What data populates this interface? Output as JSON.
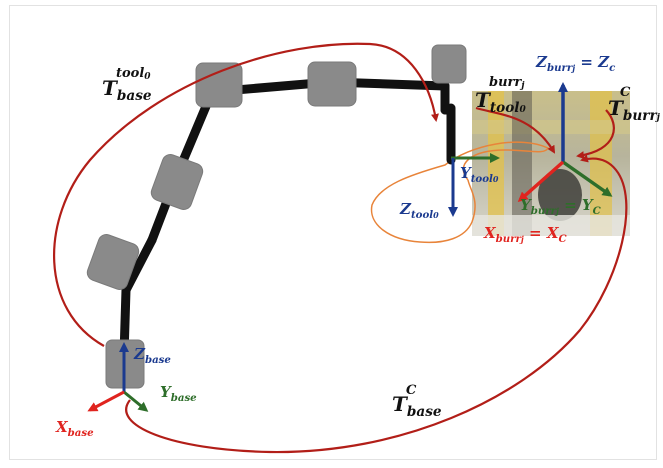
{
  "labels": {
    "t_base_tool0": {
      "main": "T",
      "sub": "base",
      "sup": "tool",
      "supsub": "0"
    },
    "t_tool0_burrj": {
      "main": "T",
      "sub": "tool",
      "subsub": "0",
      "sup": "burr",
      "supsub": "j"
    },
    "t_burrj_c": {
      "main": "T",
      "sub": "burr",
      "subsub": "j",
      "sup": "C"
    },
    "t_base_c": {
      "main": "T",
      "sub": "base",
      "sup": "C"
    },
    "z_burr": {
      "main": "Z",
      "sub": "burr",
      "subsub": "j",
      "rest": " = Z",
      "restsub": "c"
    },
    "y_tool0": {
      "main": "Y",
      "sub": "tool",
      "subsub": "0"
    },
    "z_tool0": {
      "main": "Z",
      "sub": "tool",
      "subsub": "0"
    },
    "y_burr": {
      "main": "Y",
      "sub": "burr",
      "subsub": "j",
      "rest": " = Y",
      "restsub": "C"
    },
    "x_burr": {
      "main": "X",
      "sub": "burr",
      "subsub": "j",
      "rest": " = X",
      "restsub": "C"
    },
    "z_base": {
      "main": "Z",
      "sub": "base"
    },
    "y_base": {
      "main": "Y",
      "sub": "base"
    },
    "x_base": {
      "main": "X",
      "sub": "base"
    }
  },
  "colors": {
    "transform_curve": "#b21e18",
    "x_axis": "#e0241f",
    "y_axis": "#2e6e2a",
    "z_axis": "#1b3a8f",
    "link": "#111111",
    "joint": "#8a8a8a",
    "tool_sketch": "#e8843a"
  }
}
